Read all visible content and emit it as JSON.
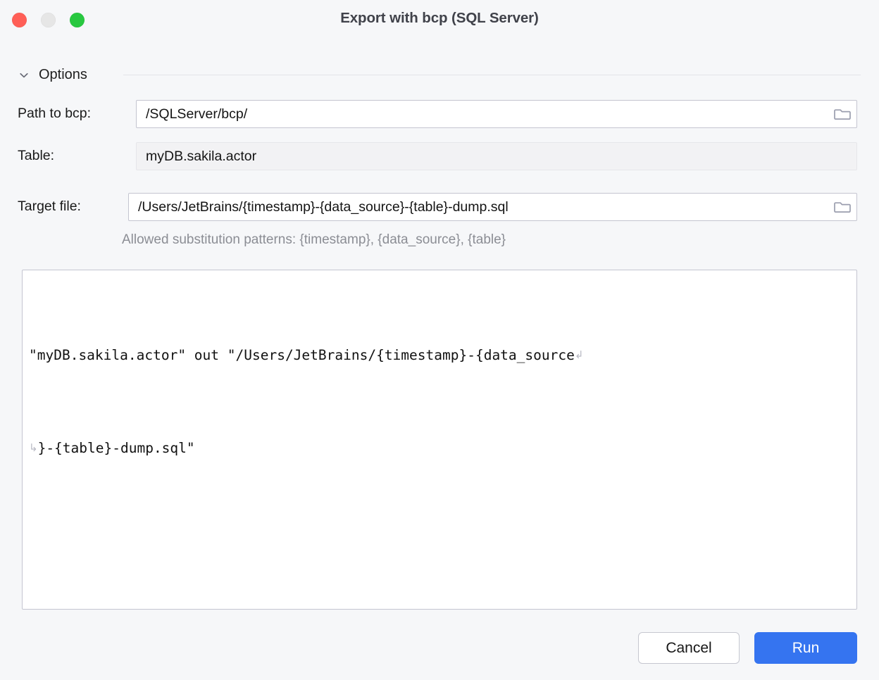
{
  "window": {
    "title": "Export with bcp (SQL Server)",
    "traffic_lights": {
      "close": "close-button",
      "minimize": "minimize-button",
      "zoom": "zoom-button"
    },
    "colors": {
      "background": "#f6f7f9",
      "close": "#ff5f57",
      "minimize": "#e6e6e6",
      "zoom": "#28c840",
      "accent": "#3574f0",
      "field_border": "#c4c5d0",
      "readonly_field": "#f2f2f4",
      "hint_text": "#8b8d94",
      "separator": "#e3e4e8",
      "folder_icon": "#9a9dae"
    }
  },
  "options_section": {
    "label": "Options",
    "expanded": true,
    "chevron_icon": "chevron-down-icon"
  },
  "form": {
    "rows": [
      {
        "label": "Path to bcp:",
        "value": "/SQLServer/bcp/",
        "readonly": false,
        "has_browse": true,
        "browse_icon": "folder-icon"
      },
      {
        "label": "Table:",
        "value": "myDB.sakila.actor",
        "readonly": true,
        "has_browse": false
      },
      {
        "label": "Target file:",
        "value": "/Users/JetBrains/{timestamp}-{data_source}-{table}-dump.sql",
        "readonly": false,
        "has_browse": true,
        "browse_icon": "folder-icon"
      }
    ],
    "hint": "Allowed substitution patterns: {timestamp}, {data_source}, {table}"
  },
  "command_preview": {
    "line1": "\"myDB.sakila.actor\" out \"/Users/JetBrains/{timestamp}-{data_source",
    "line1_wrap": "↲",
    "line2_wrap": "↳",
    "line2": "}-{table}-dump.sql\"",
    "full_command": "\"myDB.sakila.actor\" out \"/Users/JetBrains/{timestamp}-{data_source}-{table}-dump.sql\""
  },
  "footer": {
    "cancel_label": "Cancel",
    "run_label": "Run"
  }
}
